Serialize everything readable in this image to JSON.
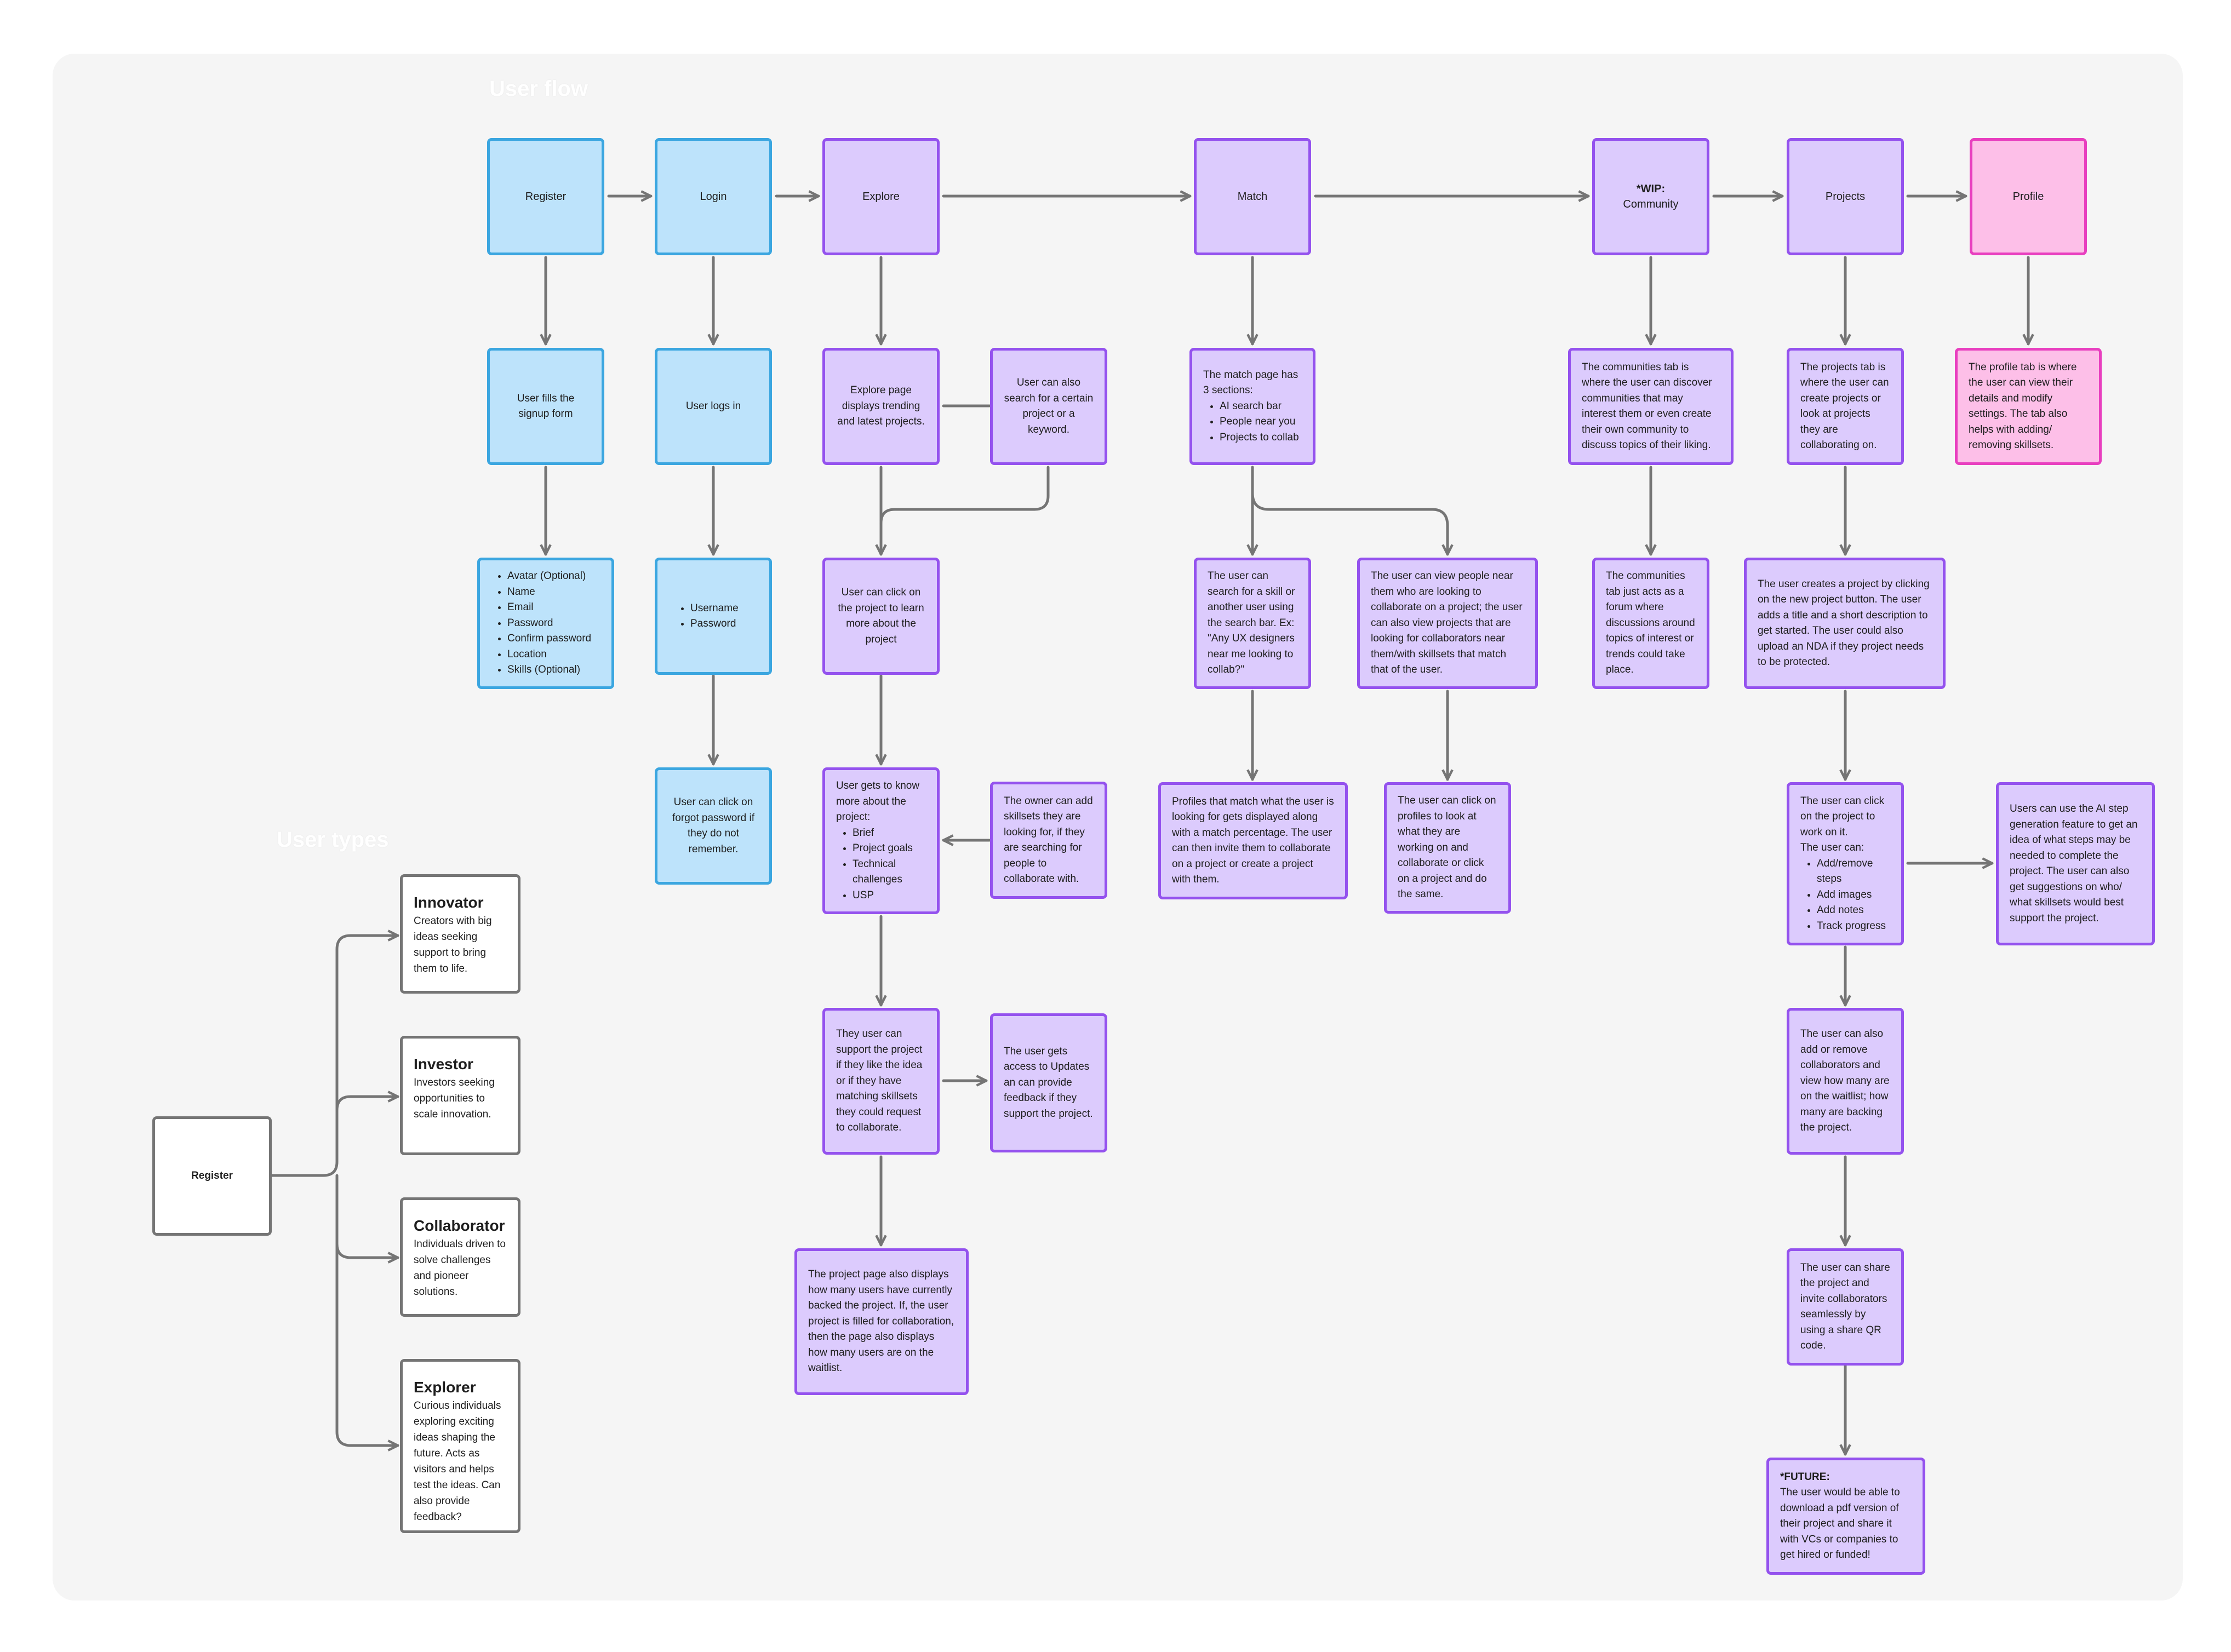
{
  "titles": {
    "user_flow": "User flow",
    "user_types": "User types"
  },
  "flow": {
    "register": "Register",
    "login": "Login",
    "explore": "Explore",
    "match": "Match",
    "community_prefix": "*WIP:",
    "community": "Community",
    "projects": "Projects",
    "profile": "Profile"
  },
  "register_col": {
    "signup": "User fills the signup form",
    "fields": [
      "Avatar (Optional)",
      "Name",
      "Email",
      "Password",
      "Confirm password",
      "Location",
      "Skills (Optional)"
    ]
  },
  "login_col": {
    "logs_in": "User logs in",
    "fields": [
      "Username",
      "Password"
    ],
    "forgot": "User can click on forgot password if they do not remember."
  },
  "explore_col": {
    "displays": "Explore page displays trending and latest projects.",
    "search": "User can also search for a certain project or a keyword.",
    "learn": "User can click on the project to learn more about the project",
    "know_intro": "User gets to know more about the project:",
    "know_items": [
      "Brief",
      "Project goals",
      "Technical challenges",
      "USP"
    ],
    "owner": "The owner can add skillsets they are looking for, if they are searching for people to collaborate with.",
    "support": "They user can support the project if they like the idea or if they have matching skillsets they could request to collaborate.",
    "updates": "The user gets access to Updates an can provide feedback if they support the project.",
    "backed": "The project page also displays how many users have currently backed the project. If, the user project is filled for collaboration, then the page also displays how many users are on the waitlist."
  },
  "match_col": {
    "intro": "The match page has 3 sections:",
    "items": [
      "AI search bar",
      "People near you",
      "Projects to collab"
    ],
    "search": "The user can search for a skill or another user using the search bar. Ex: \"Any UX designers near me looking to collab?\"",
    "near": "The user can view people near them who are looking to collaborate on a project; the user can also view projects that are looking for collaborators near them/with skillsets that match that of the user.",
    "profiles": "Profiles that match what the user is looking for gets displayed along with a match percentage. The user can then invite them to collaborate on a project or create a project with them.",
    "click": "The user can click on profiles to look at what they are working on and collaborate or click on a project and do the same."
  },
  "community_col": {
    "tab": "The communities tab is where the user can discover communities that may interest them or even create their own community to discuss topics of their liking.",
    "forum": "The communities tab just acts as a forum where discussions around topics of interest or trends could take place."
  },
  "projects_col": {
    "tab": "The projects tab is where the user can create projects or look at projects they are collaborating on.",
    "create": "The user creates a project by clicking on the new project button. The user adds a title and a short description to get started. The user could also upload an NDA if they project needs to be protected.",
    "work_intro": "The user can click on the project to work on it.",
    "work_can": "The user can:",
    "work_items": [
      "Add/remove steps",
      "Add images",
      "Add notes",
      "Track progress"
    ],
    "ai": "Users can use the AI step generation feature to get an idea of what steps may be needed to complete the project. The user can also get suggestions on who/ what skillsets would best support the project.",
    "collab": "The user can also add or remove collaborators and view how many are on the waitlist; how many are backing the project.",
    "share": "The user can share the project and invite collaborators seamlessly by using a share QR code.",
    "future_prefix": "*FUTURE:",
    "future": "The user would be able to download a pdf version of their project and share it with VCs or companies to get hired or funded!"
  },
  "profile_col": {
    "tab": "The profile tab is where the user can view their details and modify settings. The tab also helps with adding/ removing skillsets."
  },
  "user_types": {
    "register": "Register",
    "types": [
      {
        "title": "Innovator",
        "desc": "Creators with big ideas seeking support to bring them to life."
      },
      {
        "title": "Investor",
        "desc": "Investors seeking opportunities to scale innovation."
      },
      {
        "title": "Collaborator",
        "desc": "Individuals driven to solve challenges and pioneer solutions."
      },
      {
        "title": "Explorer",
        "desc": "Curious individuals exploring exciting ideas shaping the future. Acts as visitors and helps test the ideas. Can also provide feedback?"
      }
    ]
  },
  "colors": {
    "blue_fill": "#bde3fb",
    "blue_border": "#3ba6e0",
    "purple_fill": "#dccbfd",
    "purple_border": "#9452ee",
    "pink_fill": "#fdbfe8",
    "pink_border": "#e83fbf",
    "connector": "#757575",
    "board": "#f5f5f5"
  }
}
